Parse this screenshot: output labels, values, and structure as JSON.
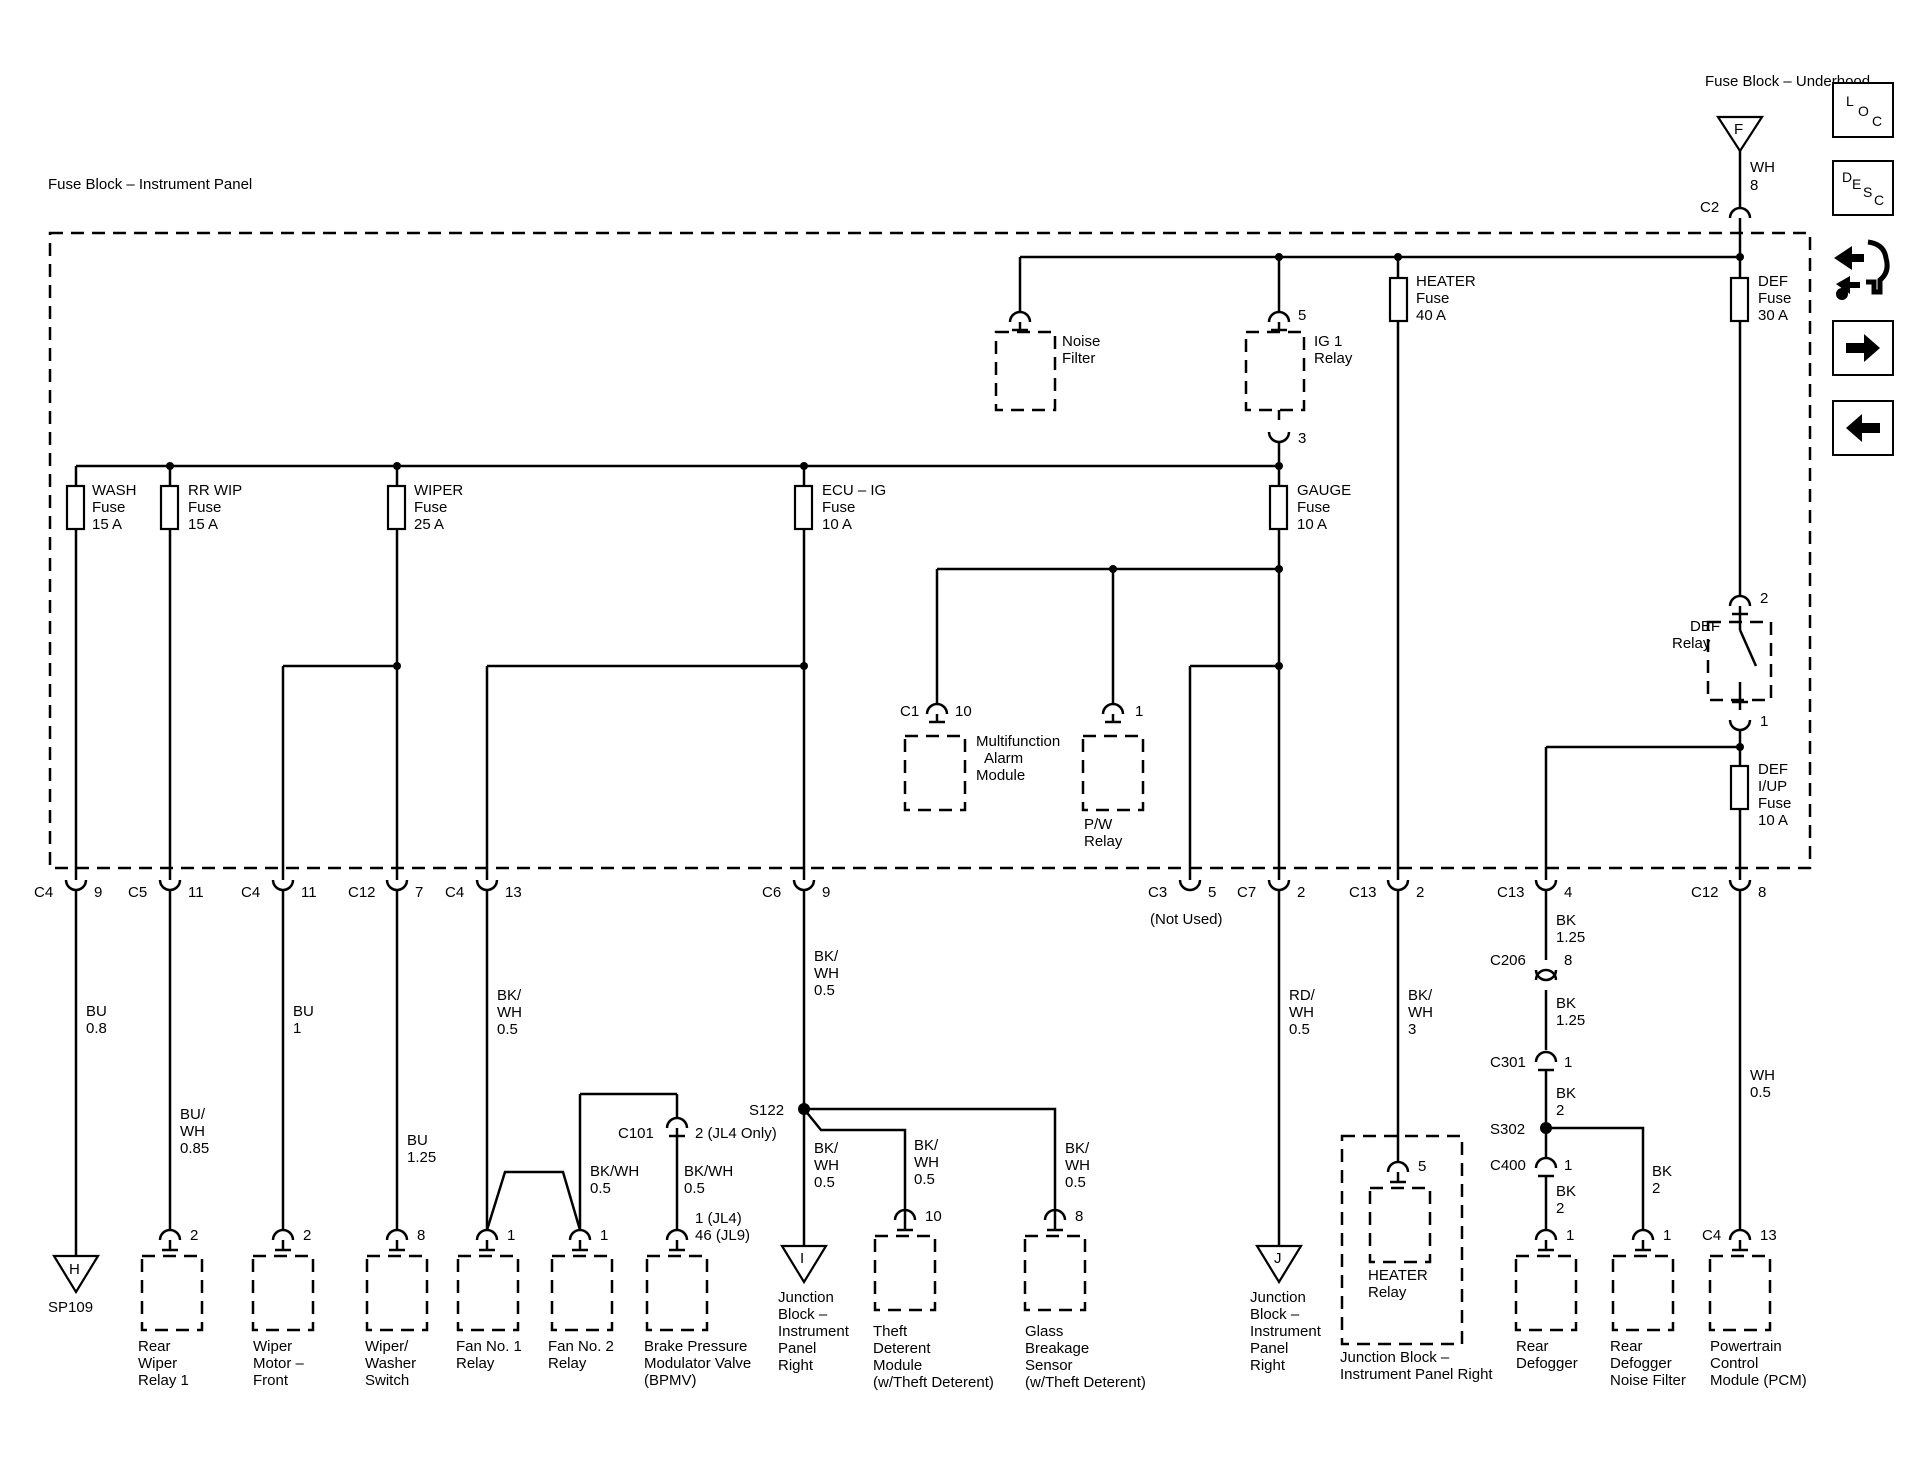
{
  "top_source": {
    "name": "Fuse Block – Underhood",
    "connector": "F",
    "wire_color": "WH",
    "wire_gauge": "8",
    "entry_connector": "C2"
  },
  "box_title": "Fuse Block – Instrument Panel",
  "fuses": {
    "wash": [
      "WASH",
      "Fuse",
      "15 A"
    ],
    "rrwip": [
      "RR WIP",
      "Fuse",
      "15 A"
    ],
    "wiper": [
      "WIPER",
      "Fuse",
      "25 A"
    ],
    "ecu": [
      "ECU – IG",
      "Fuse",
      "10 A"
    ],
    "gauge": [
      "GAUGE",
      "Fuse",
      "10 A"
    ],
    "heater": [
      "HEATER",
      "Fuse",
      "40 A"
    ],
    "def": [
      "DEF",
      "Fuse",
      "30 A"
    ],
    "defiup": [
      "DEF",
      "I/UP",
      "Fuse",
      "10 A"
    ]
  },
  "internal": {
    "noise_filter": [
      "Noise",
      "Filter"
    ],
    "ig1_relay": [
      "IG 1",
      "Relay"
    ],
    "ig1_pin_in": "5",
    "ig1_pin_out": "3",
    "def_relay": [
      "DEF",
      "Relay"
    ],
    "def_pin_in": "2",
    "def_pin_out": "1",
    "mam_conn": "C1",
    "mam_pin": "10",
    "mam": [
      "Multifunction",
      "Alarm",
      "Module"
    ],
    "pw_pin": "1",
    "pw_relay": [
      "P/W",
      "Relay"
    ]
  },
  "connectors": {
    "c4_9": [
      "C4",
      "9"
    ],
    "c5_11": [
      "C5",
      "11"
    ],
    "c4_11": [
      "C4",
      "11"
    ],
    "c12_7": [
      "C12",
      "7"
    ],
    "c4_13": [
      "C4",
      "13"
    ],
    "c6_9": [
      "C6",
      "9"
    ],
    "c3_5": [
      "C3",
      "5"
    ],
    "c7_2": [
      "C7",
      "2"
    ],
    "c13_2": [
      "C13",
      "2"
    ],
    "c13_4": [
      "C13",
      "4"
    ],
    "c12_8": [
      "C12",
      "8"
    ]
  },
  "not_used": "(Not Used)",
  "wires": {
    "bu08": [
      "BU",
      "0.8"
    ],
    "buwh085": [
      "BU/",
      "WH",
      "0.85"
    ],
    "bu1": [
      "BU",
      "1"
    ],
    "bu125": [
      "BU",
      "1.25"
    ],
    "bkwh05_fan": [
      "BK/",
      "WH",
      "0.5"
    ],
    "bkwh05_mid": [
      "BK/",
      "WH",
      "0.5"
    ],
    "bkwh05_bpmv": [
      "BK/WH",
      "0.5"
    ],
    "bkwh05_jbi": [
      "BK/",
      "WH",
      "0.5"
    ],
    "bkwh05_theft": [
      "BK/",
      "WH",
      "0.5"
    ],
    "bkwh05_glass": [
      "BK/",
      "WH",
      "0.5"
    ],
    "rdwh05": [
      "RD/",
      "WH",
      "0.5"
    ],
    "bkwh3": [
      "BK/",
      "WH",
      "3"
    ],
    "bk125_a": [
      "BK",
      "1.25"
    ],
    "bk125_b": [
      "BK",
      "1.25"
    ],
    "bk2_a": [
      "BK",
      "2"
    ],
    "bk2_b": [
      "BK",
      "2"
    ],
    "bk2_c": [
      "BK",
      "2"
    ],
    "wh05": [
      "WH",
      "0.5"
    ]
  },
  "splices": {
    "s122": "S122",
    "s302": "S302"
  },
  "inline": {
    "c101": "C101",
    "c101_pin": "2 (JL4 Only)",
    "c206": "C206",
    "c206_pin": "8",
    "c301": "C301",
    "c301_pin": "1",
    "c400": "C400",
    "c400_pin": "1"
  },
  "components": {
    "sp109": {
      "letter": "H",
      "label": [
        "SP109"
      ]
    },
    "rear_wiper_relay": {
      "pin": "2",
      "label": [
        "Rear",
        "Wiper",
        "Relay 1"
      ]
    },
    "wiper_motor": {
      "pin": "2",
      "label": [
        "Wiper",
        "Motor –",
        "Front"
      ]
    },
    "wiper_switch": {
      "pin": "8",
      "label": [
        "Wiper/",
        "Washer",
        "Switch"
      ]
    },
    "fan1": {
      "pin": "1",
      "label": [
        "Fan No. 1",
        "Relay"
      ]
    },
    "fan2": {
      "pin": "1",
      "label": [
        "Fan No. 2",
        "Relay"
      ]
    },
    "bpmv": {
      "pin": [
        "1 (JL4)",
        "46 (JL9)"
      ],
      "label": [
        "Brake Pressure",
        "Modulator Valve",
        "(BPMV)"
      ]
    },
    "jbi_i": {
      "letter": "I",
      "label": [
        "Junction",
        "Block –",
        "Instrument",
        "Panel",
        "Right"
      ]
    },
    "theft": {
      "pin": "10",
      "label": [
        "Theft",
        "Deterent",
        "Module",
        "(w/Theft Deterent)"
      ]
    },
    "glass": {
      "pin": "8",
      "label": [
        "Glass",
        "Breakage",
        "Sensor",
        "(w/Theft Deterent)"
      ]
    },
    "jbi_j": {
      "letter": "J",
      "label": [
        "Junction",
        "Block –",
        "Instrument",
        "Panel",
        "Right"
      ]
    },
    "heater_relay": {
      "pin": "5",
      "label": [
        "HEATER",
        "Relay"
      ],
      "box_label": [
        "Junction Block –",
        "Instrument Panel Right"
      ]
    },
    "rear_defogger": {
      "pin": "1",
      "label": [
        "Rear",
        "Defogger"
      ]
    },
    "defogger_filter": {
      "pin": "1",
      "label": [
        "Rear",
        "Defogger",
        "Noise Filter"
      ]
    },
    "pcm": {
      "conn": "C4",
      "pin": "13",
      "label": [
        "Powertrain",
        "Control",
        "Module (PCM)"
      ]
    }
  },
  "nav": [
    {
      "name": "loc-button",
      "letters": [
        "L",
        "O",
        "C"
      ]
    },
    {
      "name": "desc-button",
      "letters": [
        "D",
        "E",
        "S",
        "C"
      ]
    },
    {
      "name": "schematic-nav-icon"
    },
    {
      "name": "next-page-arrow-icon"
    },
    {
      "name": "previous-page-arrow-icon"
    }
  ]
}
